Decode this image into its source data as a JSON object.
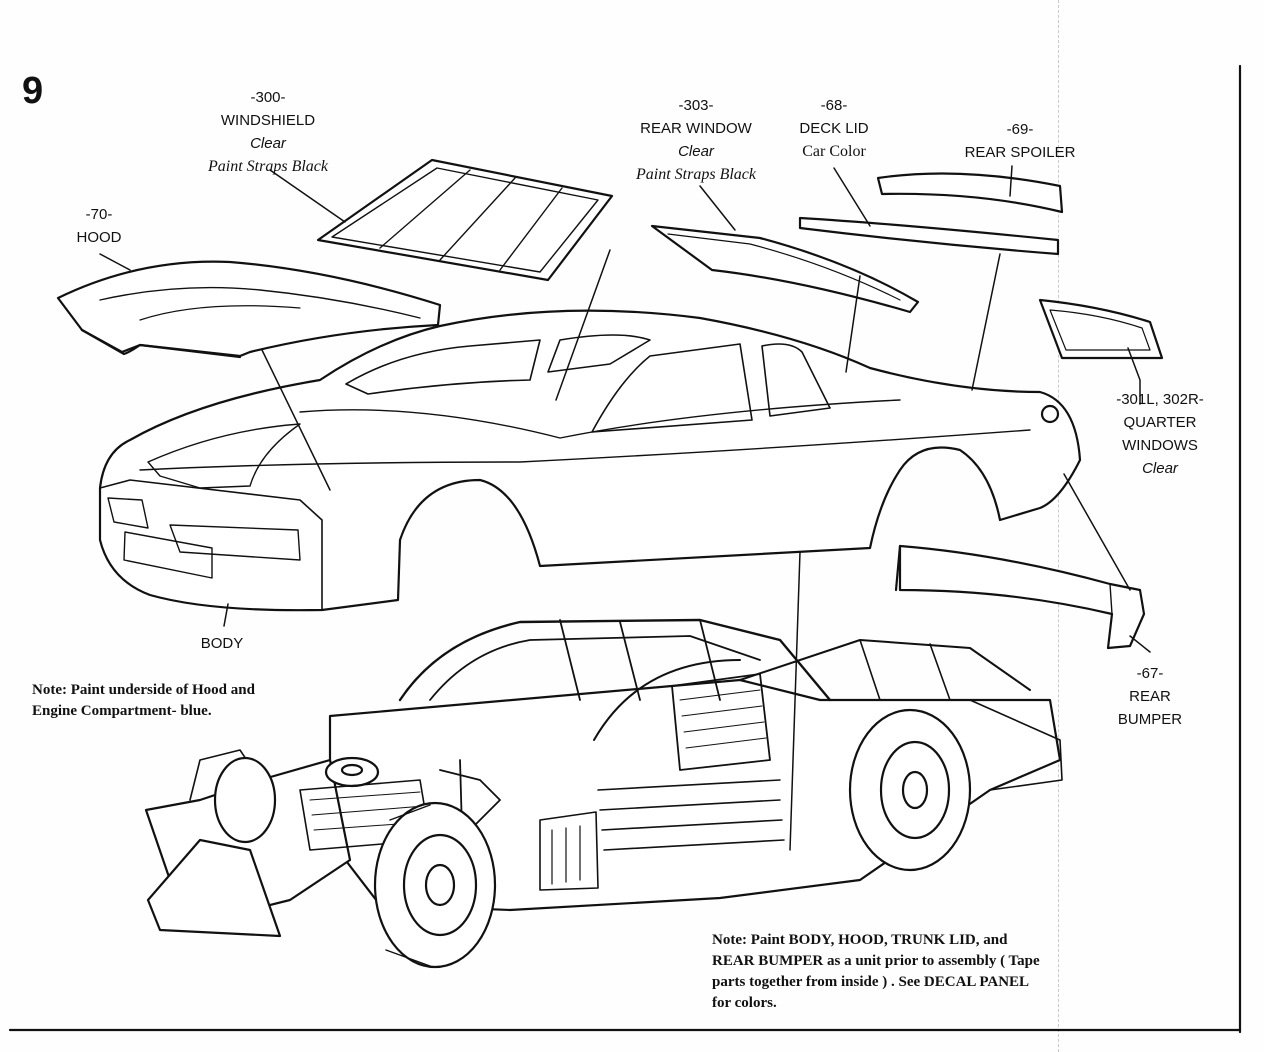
{
  "step": "9",
  "callouts": {
    "windshield": {
      "num": "-300-",
      "name": "WINDSHIELD",
      "clear": "Clear",
      "paint": "Paint Straps Black"
    },
    "rear_window": {
      "num": "-303-",
      "name": "REAR WINDOW",
      "clear": "Clear",
      "paint": "Paint Straps Black"
    },
    "deck_lid": {
      "num": "-68-",
      "name": "DECK LID",
      "color": "Car Color"
    },
    "rear_spoiler": {
      "num": "-69-",
      "name": "REAR SPOILER"
    },
    "hood": {
      "num": "-70-",
      "name": "HOOD"
    },
    "quarter_windows": {
      "num": "-301L, 302R-",
      "name": "QUARTER",
      "name2": "WINDOWS",
      "clear": "Clear"
    },
    "body": {
      "name": "BODY"
    },
    "rear_bumper": {
      "num": "-67-",
      "name": "REAR",
      "name2": "BUMPER"
    }
  },
  "notes": {
    "left_line1": "Note: Paint underside of Hood and",
    "left_line2": "Engine Compartment- blue.",
    "right_line1": "Note: Paint BODY, HOOD, TRUNK LID, and",
    "right_line2": "REAR BUMPER as a unit prior to assembly ( Tape",
    "right_line3": "parts together from inside ) . See DECAL PANEL",
    "right_line4": "for colors."
  },
  "colors": {
    "ink": "#111111",
    "paper": "#fefefe"
  }
}
